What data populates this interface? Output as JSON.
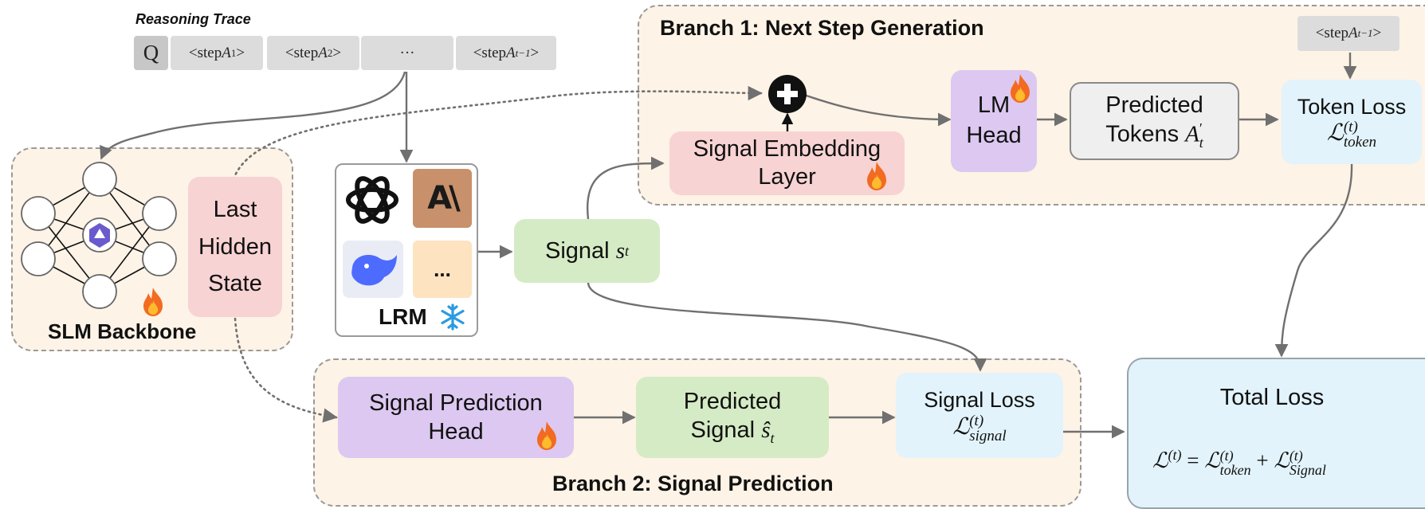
{
  "reasoning_trace": {
    "label": "Reasoning Trace",
    "q": "Q",
    "step_prefix": "<step ",
    "step_suffix": ">",
    "a": "A",
    "sub1": "1",
    "sub2": "2",
    "subt1": "t−1",
    "ellipsis": "···"
  },
  "branch1": {
    "title": "Branch 1: Next Step Generation"
  },
  "branch2": {
    "title": "Branch 2: Signal Prediction"
  },
  "backbone": {
    "title": "SLM Backbone",
    "hidden_state": [
      "Last",
      "Hidden",
      "State"
    ]
  },
  "lrm": {
    "title": "LRM",
    "ellipsis": "...",
    "anthropic_mark": "A\\"
  },
  "signal": {
    "label": "Signal",
    "var": "s",
    "sub": "t"
  },
  "signal_embedding": {
    "line1": "Signal Embedding",
    "line2": "Layer"
  },
  "lm_head": {
    "line1": "LM",
    "line2": "Head"
  },
  "predicted_tokens": {
    "line1": "Predicted",
    "line2": "Tokens",
    "var": "A",
    "prime": "′",
    "sub": "t"
  },
  "token_loss": {
    "label": "Token Loss",
    "sym": "ℒ",
    "sup": "(t)",
    "sub": "token"
  },
  "signal_head": {
    "line1": "Signal Prediction",
    "line2": "Head"
  },
  "predicted_signal": {
    "line1": "Predicted",
    "line2": "Signal",
    "var": "ŝ",
    "sub": "t"
  },
  "signal_loss": {
    "label": "Signal Loss",
    "sym": "ℒ",
    "sup": "(t)",
    "sub": "signal"
  },
  "total_loss": {
    "label": "Total Loss",
    "sym": "ℒ",
    "sup": "(t)",
    "eq": "=",
    "plus": "+",
    "sub_token": "token",
    "sub_signal": "Signal"
  },
  "colors": {
    "region_fill": "#fdf3e6",
    "pink": "#f8d3d3",
    "purple": "#dcc8f0",
    "green": "#d5ebc5",
    "light_blue": "#e2f3fb",
    "gray_box": "#efefef",
    "token_gray": "#dcdcdc"
  }
}
